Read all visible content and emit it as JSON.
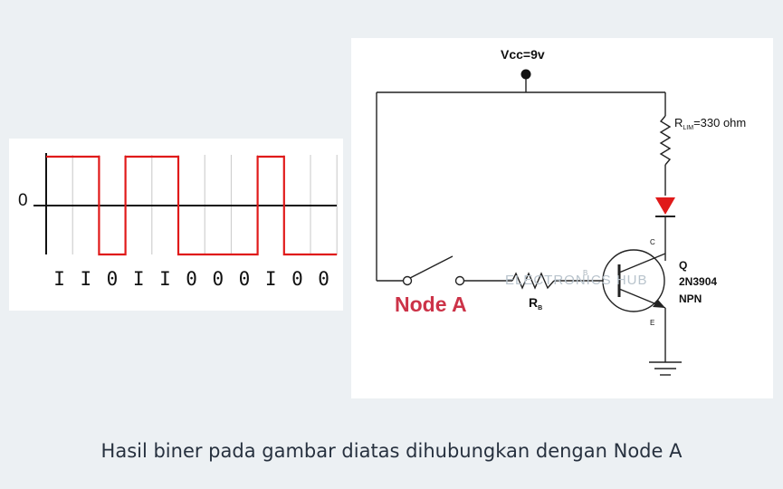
{
  "waveform": {
    "zero_label": "0",
    "bits": [
      "1",
      "1",
      "0",
      "1",
      "1",
      "0",
      "0",
      "0",
      "1",
      "0",
      "0"
    ],
    "bit_display": [
      "I",
      "I",
      "0",
      "I",
      "I",
      "0",
      "0",
      "0",
      "I",
      "0",
      "0"
    ],
    "signal_color": "#e01a1a"
  },
  "circuit": {
    "vcc_label": "Vcc=9v",
    "rlim_main": "R",
    "rlim_sub": "LIM",
    "rlim_value": "=330 ohm",
    "rb_main": "R",
    "rb_sub": "B",
    "transistor_name": "Q",
    "transistor_model": "2N3904",
    "transistor_type": "NPN",
    "collector_pin": "C",
    "base_pin": "B",
    "emitter_pin": "E",
    "watermark": "ELECTRONICS HUB",
    "led_color": "#e01a1a",
    "node_label": "Node A",
    "node_color": "#cc3348"
  },
  "caption": "Hasil biner pada gambar diatas dihubungkan dengan Node A"
}
